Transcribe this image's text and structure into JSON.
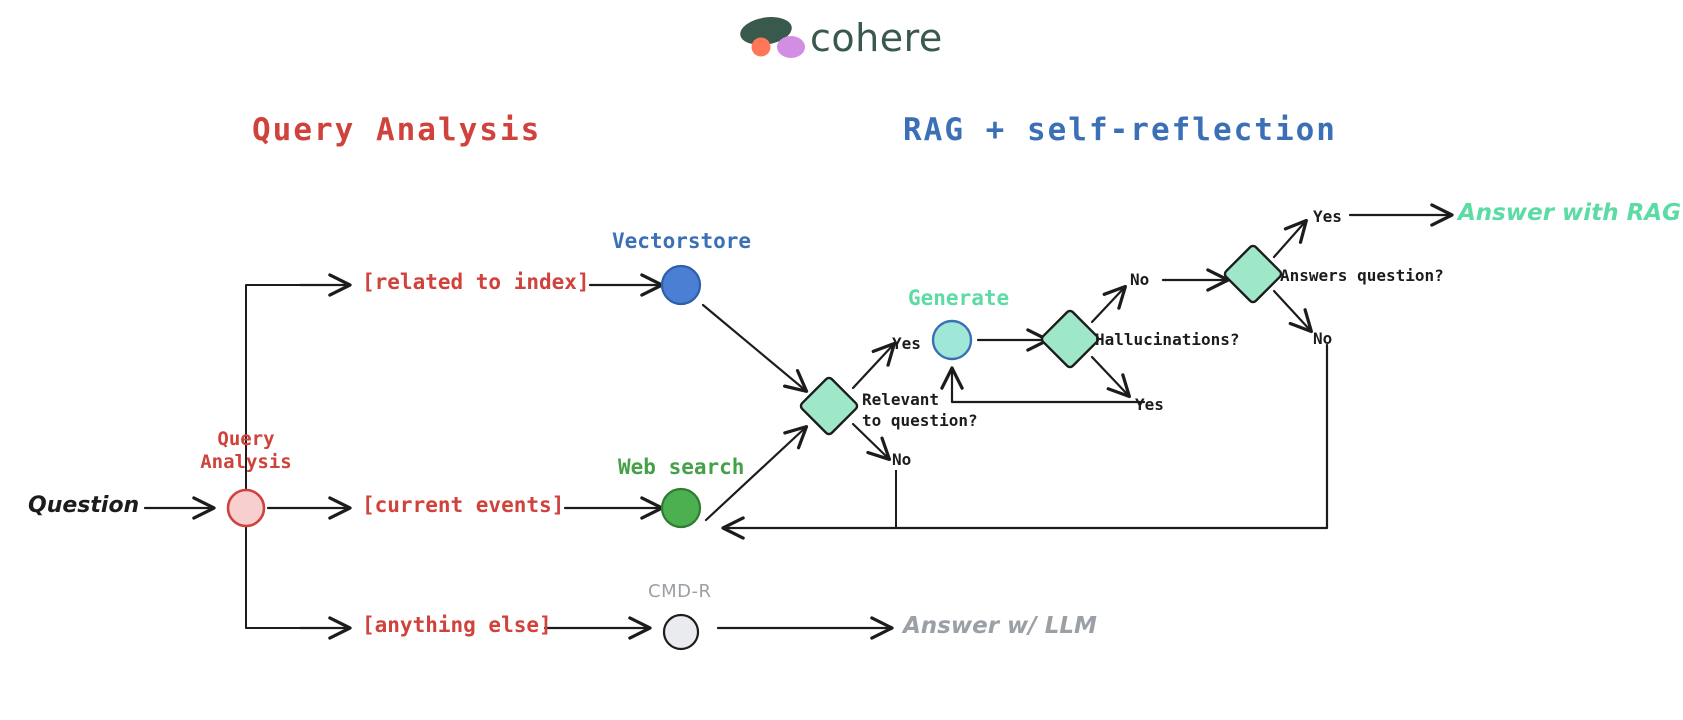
{
  "brand": {
    "name": "cohere",
    "logo_icon": "cohere-logo-icon",
    "text_color": "#39594d",
    "dot_orange": "#ff7759",
    "dot_purple": "#d18ee2"
  },
  "headers": {
    "left": {
      "label": "Query Analysis",
      "color": "#d0423c"
    },
    "right": {
      "label": "RAG + self-reflection",
      "color": "#3b6fb6"
    }
  },
  "colors": {
    "red": "#d0423c",
    "blue": "#3b6fb6",
    "green": "#45a049",
    "mint": "#5cdba4",
    "mint_fill": "#9ee8c9",
    "gray": "#9aa0a6",
    "ink": "#1c1c1c",
    "pink_fill": "#f8cfcf",
    "blue_fill": "#4a7fd4",
    "green_fill": "#4caf50",
    "gray_fill": "#e9ebee",
    "cyan_fill": "#9fe8d7"
  },
  "nodes": {
    "question": {
      "label": "Question",
      "style": "handwritten-black"
    },
    "query_analysis": {
      "label": "Query Analysis",
      "shape": "circle",
      "fill": "#f8cfcf",
      "stroke": "#d0423c"
    },
    "vectorstore": {
      "label": "Vectorstore",
      "shape": "circle",
      "fill": "#4a7fd4",
      "stroke": "#2e5fa8"
    },
    "web_search": {
      "label": "Web search",
      "shape": "circle",
      "fill": "#4caf50",
      "stroke": "#2e7d32"
    },
    "cmd_r": {
      "label": "CMD-R",
      "shape": "circle",
      "fill": "#e9ebee",
      "stroke": "#1c1c1c"
    },
    "generate": {
      "label": "Generate",
      "shape": "circle",
      "fill": "#9fe8d7",
      "stroke": "#3b6fb6"
    },
    "relevant": {
      "label": "Relevant\nto question?",
      "line1": "Relevant",
      "line2": "to question?",
      "shape": "diamond",
      "fill": "#9ee8c9",
      "stroke": "#1c1c1c"
    },
    "hallucinations": {
      "label": "Hallucinations?",
      "shape": "diamond",
      "fill": "#9ee8c9",
      "stroke": "#1c1c1c"
    },
    "answers_question": {
      "label": "Answers question?",
      "shape": "diamond",
      "fill": "#9ee8c9",
      "stroke": "#1c1c1c"
    }
  },
  "branch_labels": {
    "related_to_index": "[related to index]",
    "current_events": "[current events]",
    "anything_else": "[anything else]"
  },
  "edge_labels": {
    "relevant_yes": "Yes",
    "relevant_no": "No",
    "hallucinations_no": "No",
    "hallucinations_yes": "Yes",
    "answers_yes": "Yes",
    "answers_no": "No"
  },
  "outputs": {
    "answer_with_rag": {
      "label": "Answer with RAG",
      "color": "#5cdba4"
    },
    "answer_with_llm": {
      "label": "Answer w/ LLM",
      "color": "#9aa0a6"
    }
  }
}
